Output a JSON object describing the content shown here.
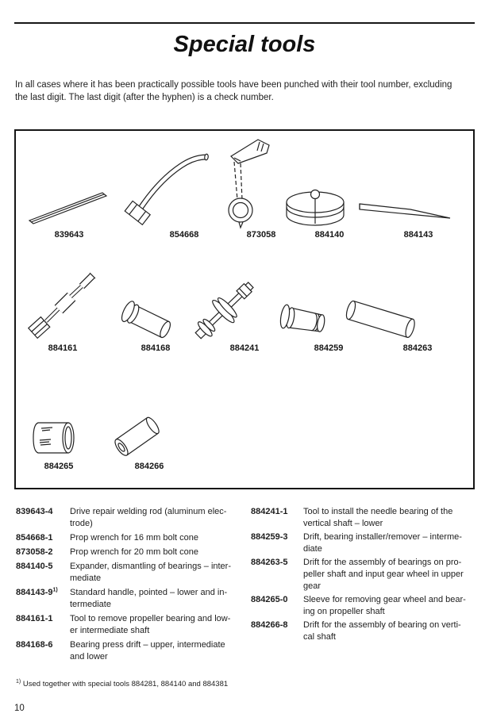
{
  "page": {
    "title": "Special tools",
    "intro": "In all cases where it has been practically possible tools have been punched with their tool number, excluding\nthe last digit. The last digit (after the hyphen) is a check number.",
    "footnote_marker": "1)",
    "footnote_text": "Used together with special tools 884281, 884140 and 884381",
    "page_number": "10"
  },
  "figure": {
    "labels": [
      "839643",
      "854668",
      "873058",
      "884140",
      "884143",
      "884161",
      "884168",
      "884241",
      "884259",
      "884263",
      "884265",
      "884266"
    ]
  },
  "parts_list": {
    "left": [
      {
        "number": "839643-4",
        "description": "Drive repair welding rod (aluminum elec-\ntrode)"
      },
      {
        "number": "854668-1",
        "description": "Prop wrench for 16 mm bolt cone"
      },
      {
        "number": "873058-2",
        "description": "Prop wrench for 20 mm bolt cone"
      },
      {
        "number": "884140-5",
        "description": "Expander, dismantling of bearings – inter-\nmediate"
      },
      {
        "number": "884143-9",
        "note_marker": "1)",
        "description": "Standard handle, pointed – lower and in-\ntermediate"
      },
      {
        "number": "884161-1",
        "description": "Tool to remove propeller bearing and low-\ner intermediate shaft"
      },
      {
        "number": "884168-6",
        "description": "Bearing press drift – upper, intermediate\nand lower"
      }
    ],
    "right": [
      {
        "number": "884241-1",
        "description": "Tool to install the needle bearing of the\nvertical shaft – lower"
      },
      {
        "number": "884259-3",
        "description": "Drift, bearing installer/remover – interme-\ndiate"
      },
      {
        "number": "884263-5",
        "description": "Drift for the assembly of bearings on pro-\npeller shaft and input gear wheel in upper\ngear"
      },
      {
        "number": "884265-0",
        "description": "Sleeve for removing gear wheel and bear-\ning on propeller shaft"
      },
      {
        "number": "884266-8",
        "description": "Drift for the assembly of bearing on verti-\ncal shaft"
      }
    ]
  },
  "colors": {
    "ink": "#1d1d1d",
    "paper": "#ffffff"
  }
}
